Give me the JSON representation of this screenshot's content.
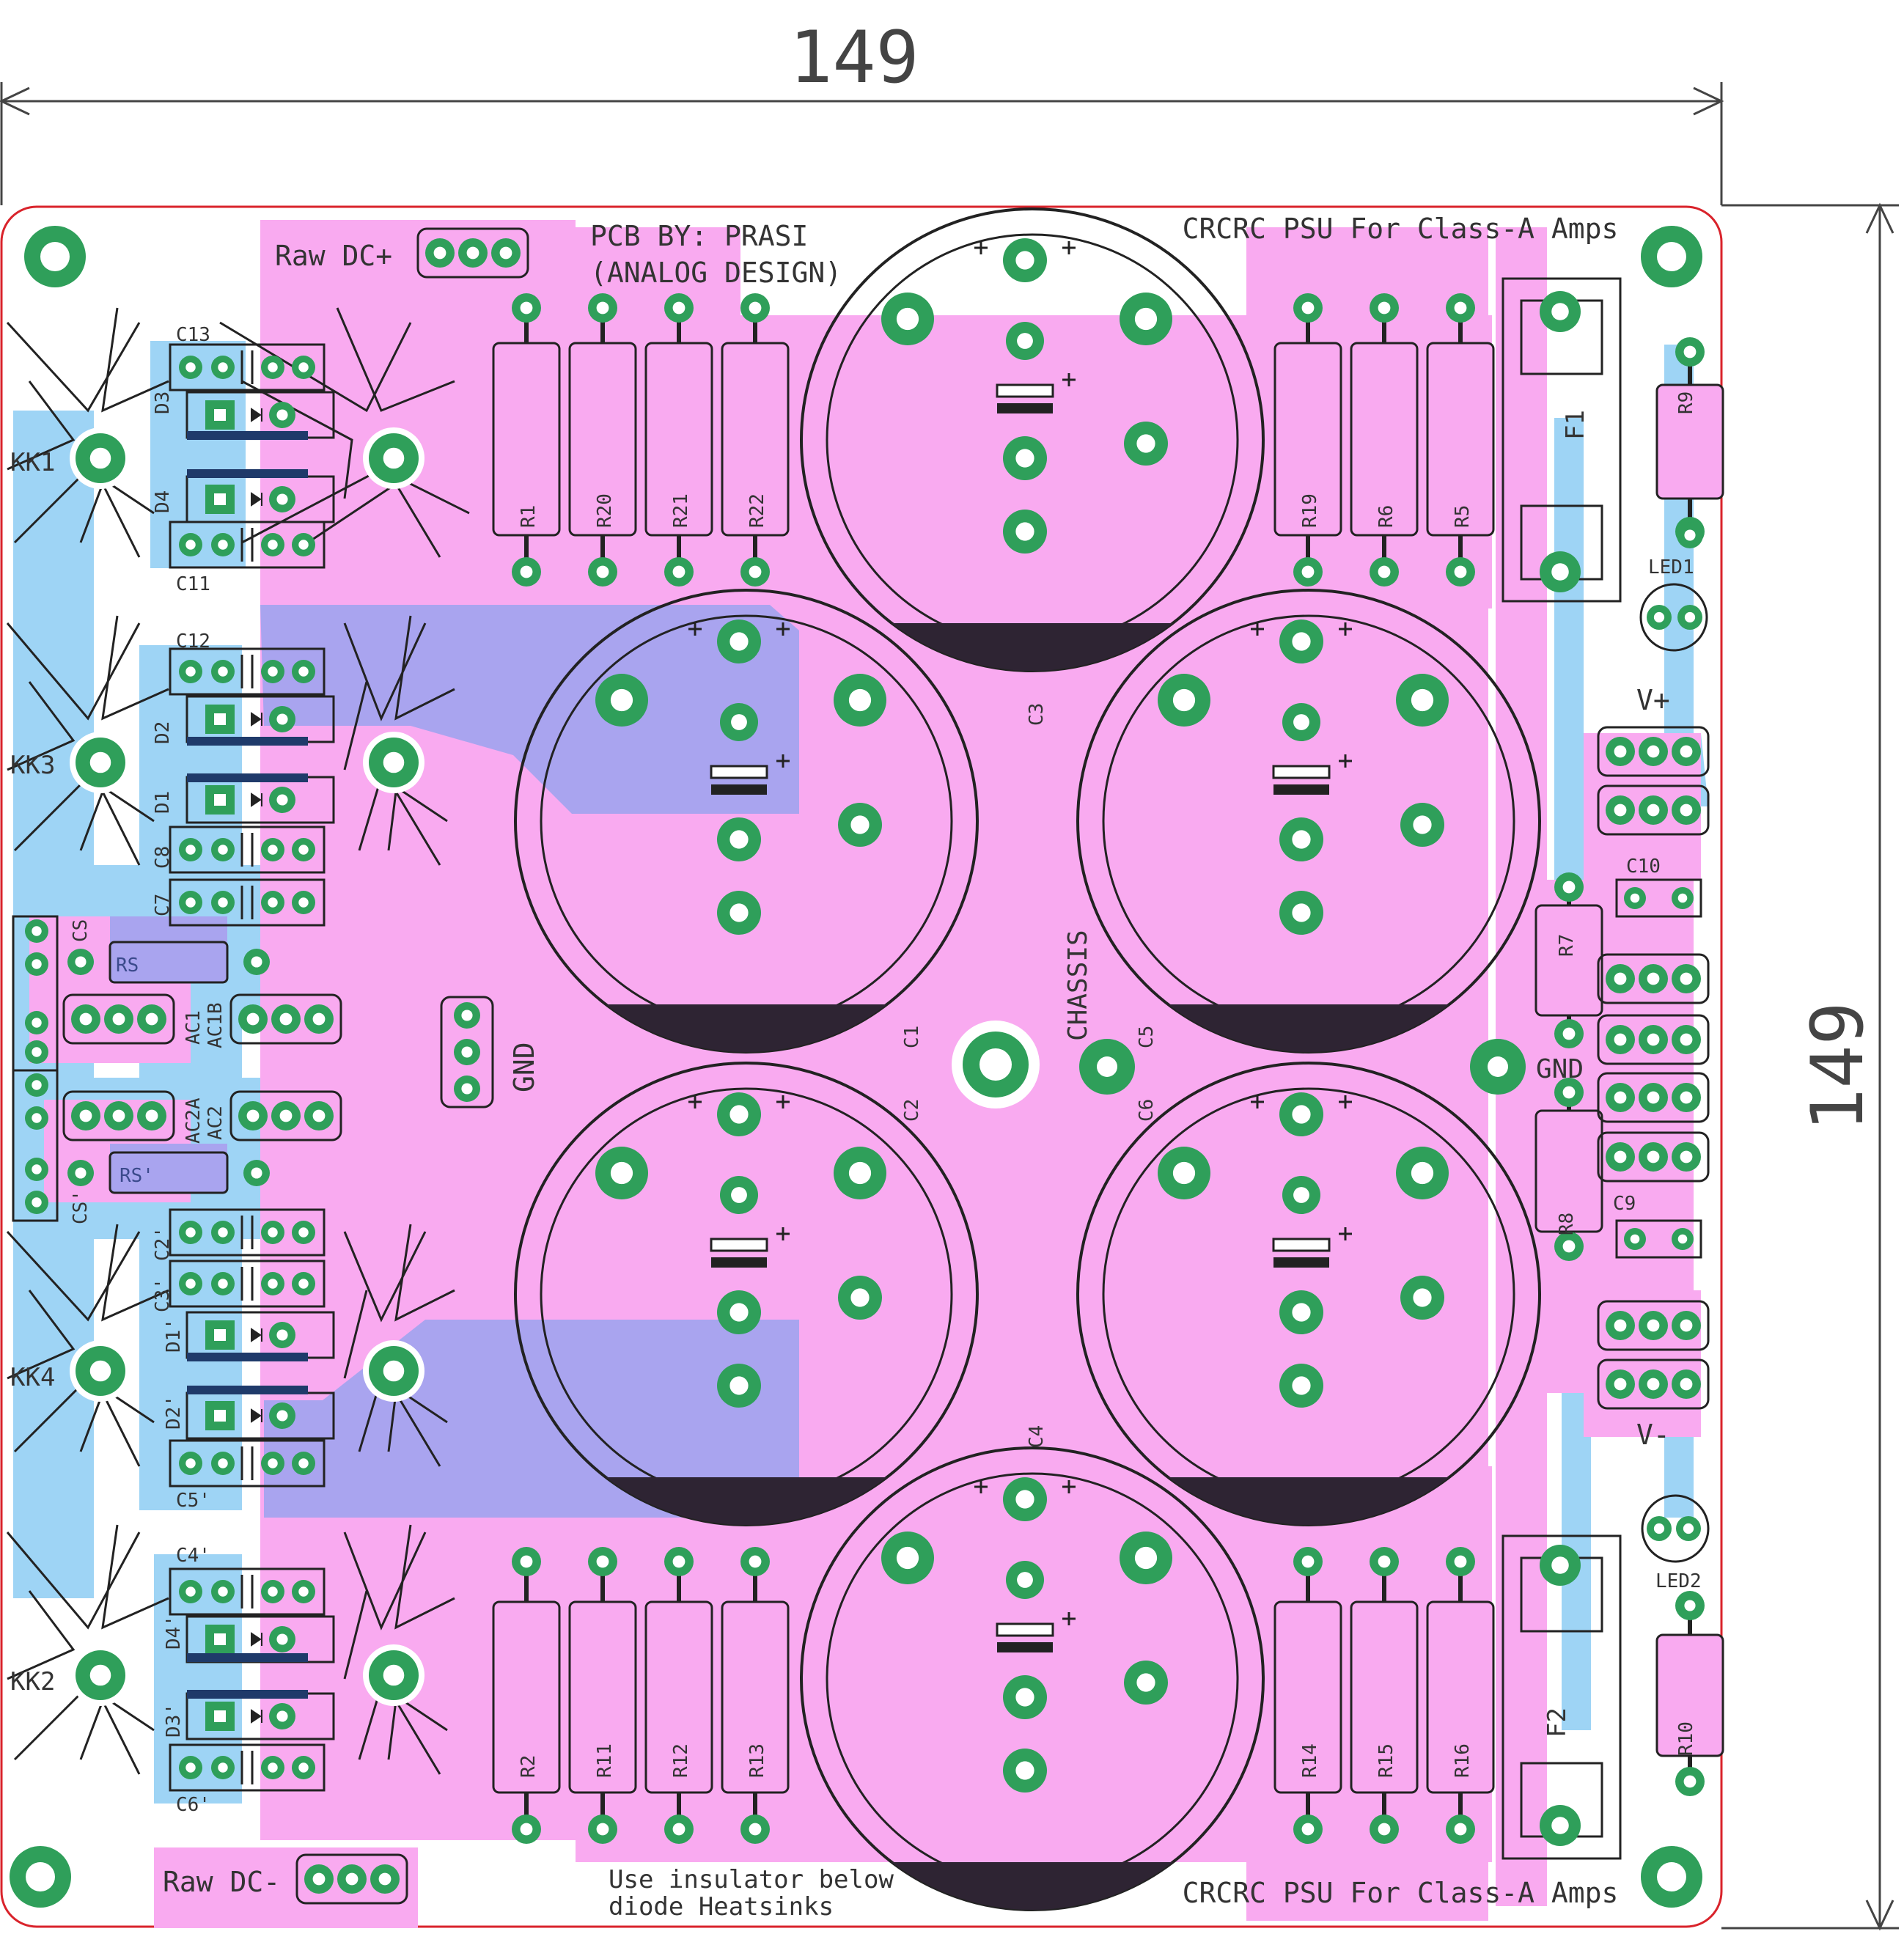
{
  "dimensions": {
    "width_label": "149",
    "height_label": "149"
  },
  "titles": {
    "top": "CRCRC PSU For Class-A Amps",
    "bottom": "CRCRC PSU For Class-A Amps",
    "author_1": "PCB BY: PRASI",
    "author_2": "(ANALOG DESIGN)",
    "note_1": "Use insulator below",
    "note_2": "diode Heatsinks"
  },
  "connectors": {
    "raw_dc_plus": "Raw DC+",
    "raw_dc_minus": "Raw DC-",
    "gnd_left": "GND",
    "gnd_right": "GND",
    "v_plus": "V+",
    "v_minus": "V-",
    "chassis": "CHASSIS"
  },
  "heatsinks": [
    "KK1",
    "KK3",
    "KK4",
    "KK2"
  ],
  "capacitors": {
    "big": [
      "C3",
      "C1",
      "C5",
      "C2",
      "C6",
      "C4"
    ],
    "small_top": [
      "C13",
      "C11",
      "C12",
      "C8",
      "C7"
    ],
    "small_bottom": [
      "C2'",
      "C3'",
      "C5'",
      "C4'",
      "C6'"
    ],
    "c10": "C10",
    "c9": "C9",
    "cs": "CS",
    "cs2": "CS'"
  },
  "diodes": [
    "D3",
    "D4",
    "D2",
    "D1",
    "D1'",
    "D2'",
    "D4'",
    "D3'"
  ],
  "resistors": {
    "top_left": [
      "R1",
      "R20",
      "R21",
      "R22"
    ],
    "top_right": [
      "R19",
      "R6",
      "R5"
    ],
    "bottom_left": [
      "R2",
      "R11",
      "R12",
      "R13"
    ],
    "bottom_right": [
      "R14",
      "R15",
      "R16"
    ],
    "side": [
      "R9",
      "R7",
      "R8",
      "R10"
    ],
    "rs": "RS",
    "rs2": "RS'"
  },
  "fuses": [
    "F1",
    "F2"
  ],
  "leds": [
    "LED1",
    "LED2"
  ],
  "ac_inputs": [
    "AC1",
    "AC1B",
    "AC2A",
    "AC2"
  ],
  "colors": {
    "copper_front": "#f9aaf0",
    "copper_back": "#9ed4f5",
    "overlap": "#a9a4ef",
    "pad": "#2f9f5a",
    "silkscreen": "#333333",
    "edge": "#d9232b",
    "cap_band": "#2e2433"
  }
}
